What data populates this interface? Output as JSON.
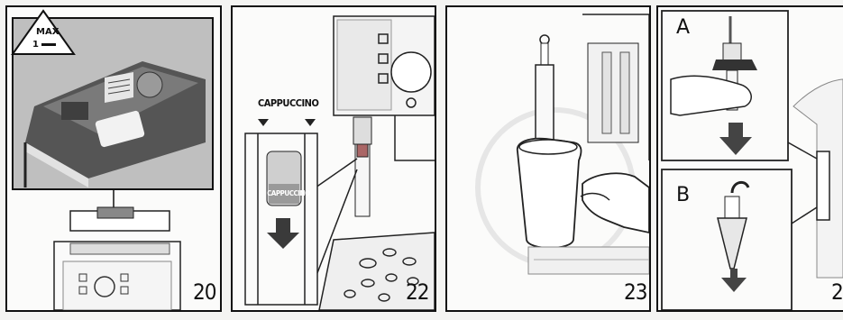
{
  "figures": [
    {
      "number": "20",
      "max_badge": {
        "line1": "MAX",
        "line2": "1"
      }
    },
    {
      "number": "22",
      "label_top": "CAPPUCCINO",
      "label_nozzle": "CAPPUCCINO"
    },
    {
      "number": "23"
    },
    {
      "number": "2",
      "step_a": "A",
      "step_b": "B"
    }
  ]
}
